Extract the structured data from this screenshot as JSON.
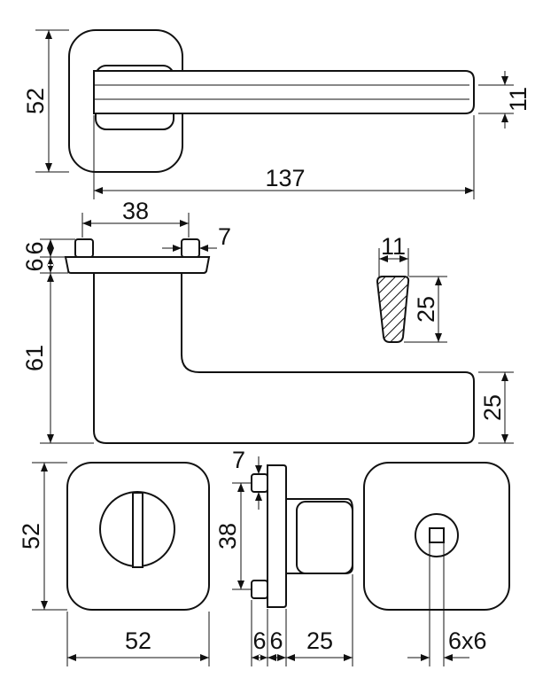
{
  "top_view": {
    "height_label": "52",
    "handle_thickness_label": "11",
    "length_label": "137"
  },
  "side_view": {
    "pin_spacing_label": "38",
    "pin_width_label": "7",
    "pin_height_label": "6",
    "plate_thickness_label": "6",
    "stem_height_label": "61",
    "grip_height_label": "25"
  },
  "cross_section": {
    "width_label": "11",
    "height_label": "25"
  },
  "thumbturn_rose": {
    "height_label": "52",
    "width_label": "52"
  },
  "thumbturn_side": {
    "pin_width_label": "7",
    "pin_spacing_label": "38",
    "pin_depth_label": "6",
    "plate_depth_label": "6",
    "knob_depth_label": "25"
  },
  "release_rose": {
    "square_label": "6x6"
  },
  "colors": {
    "line": "#111111",
    "background": "#ffffff"
  }
}
